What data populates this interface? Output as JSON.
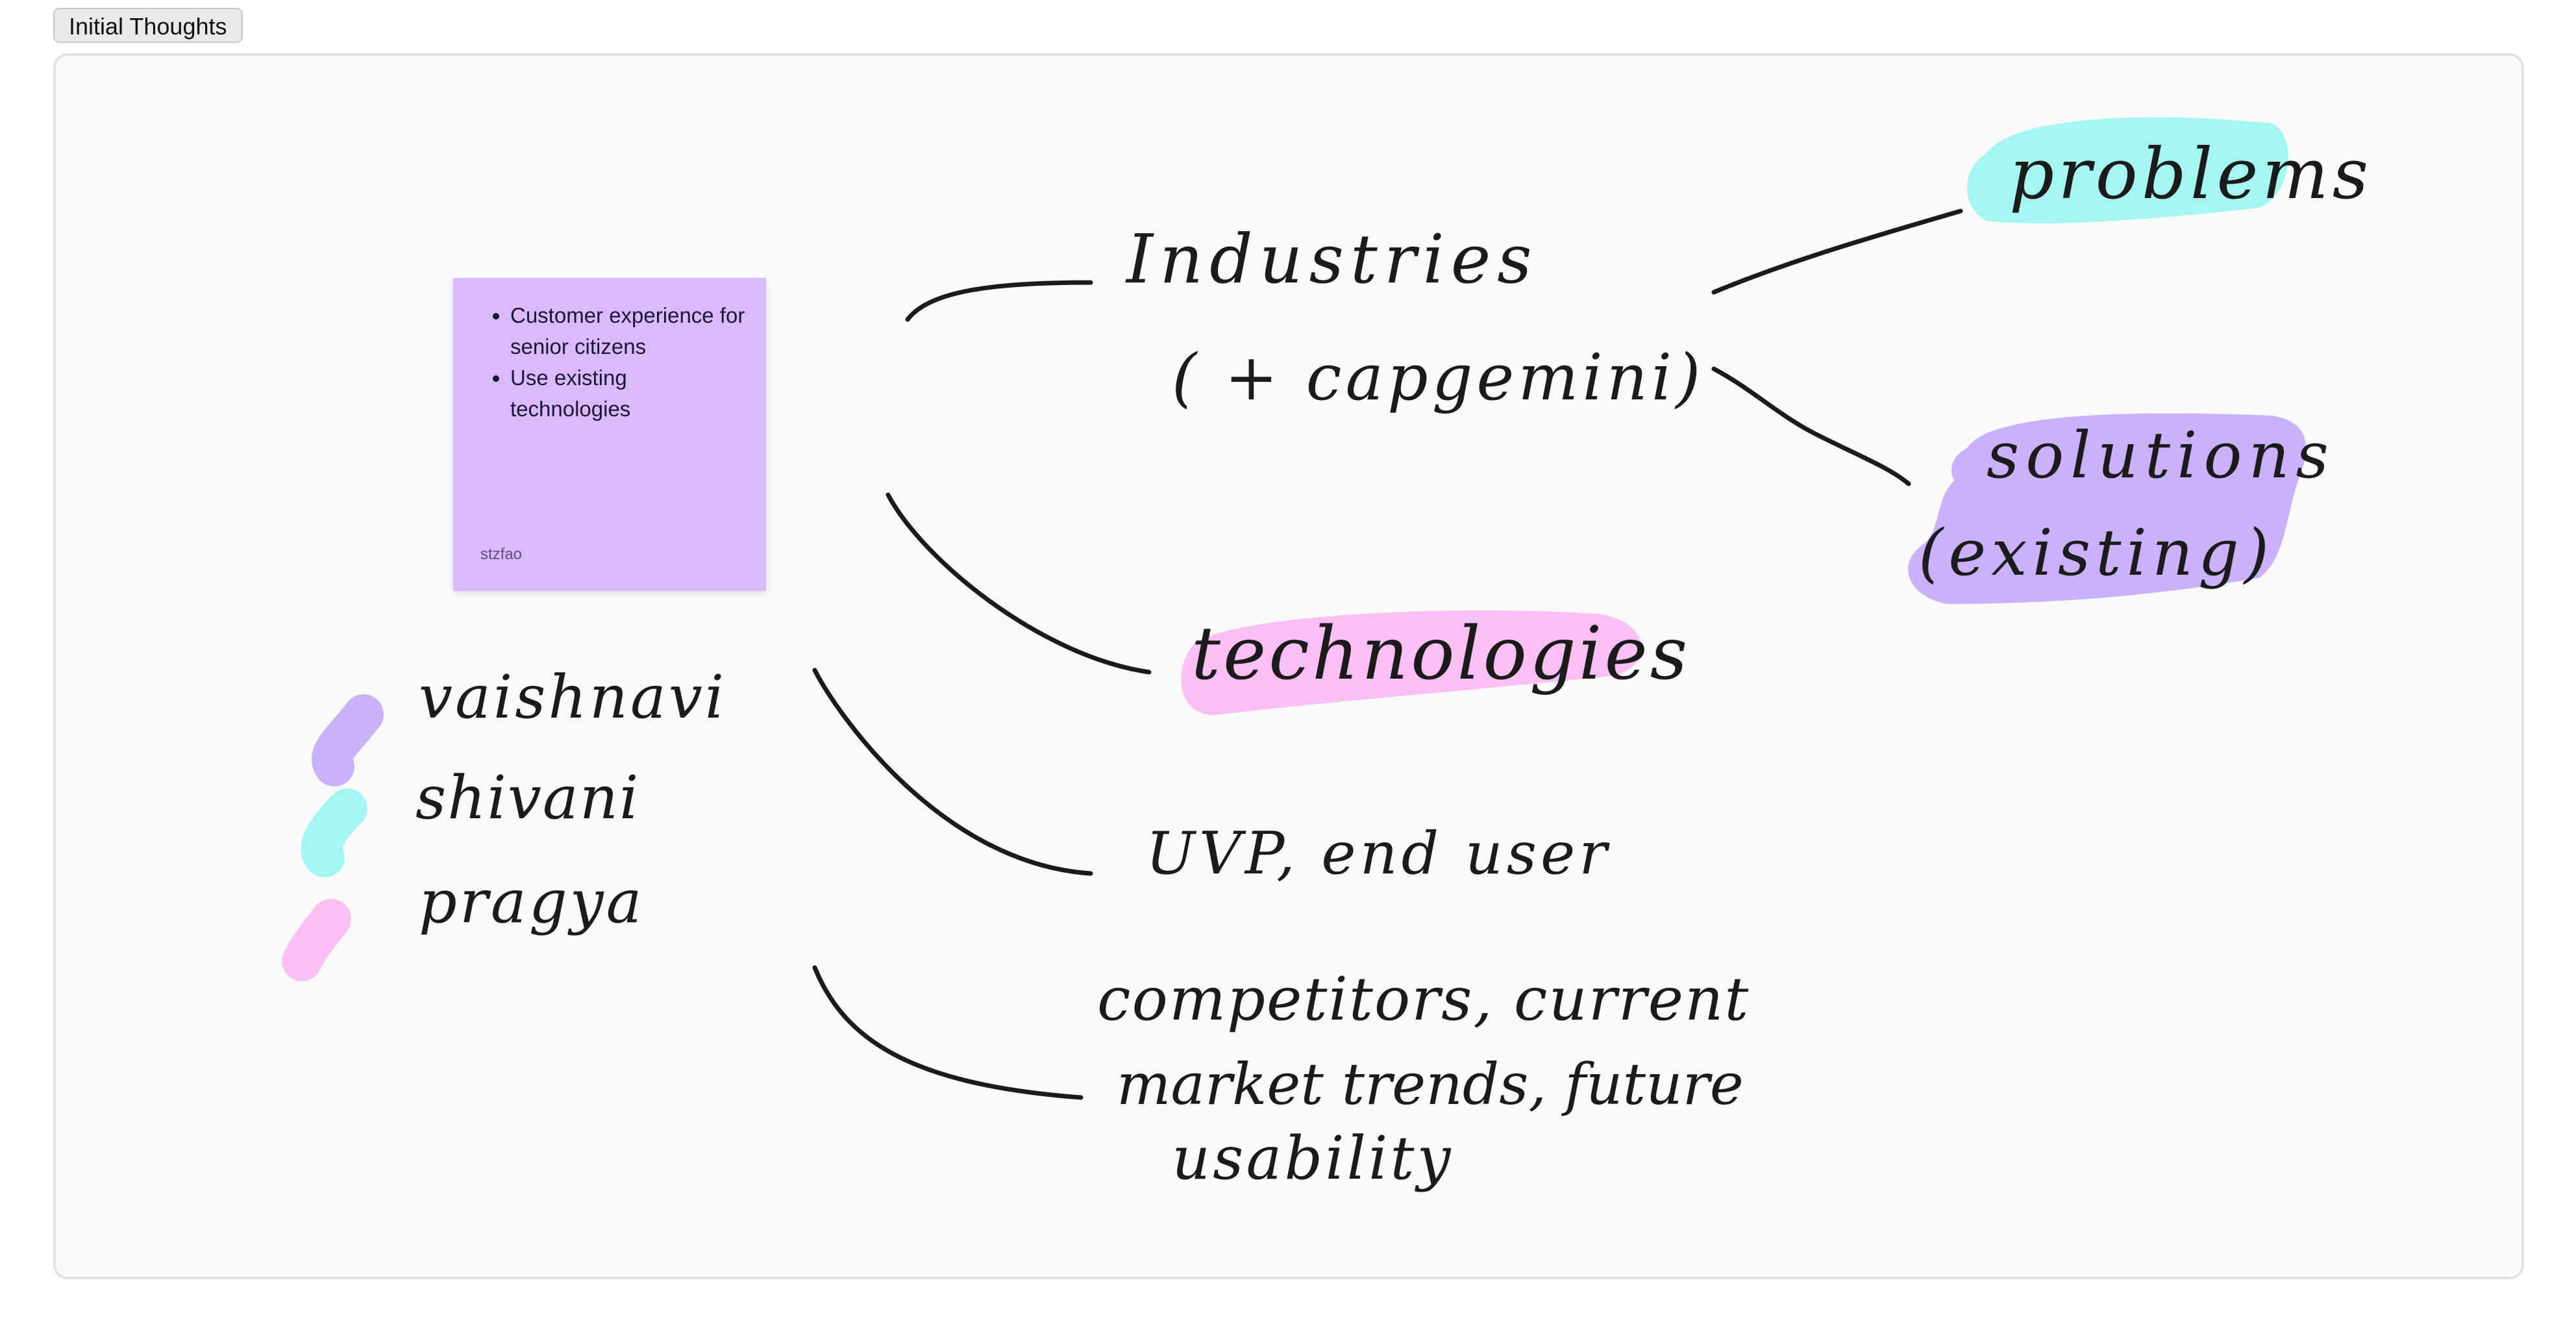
{
  "frame": {
    "title": "Initial Thoughts"
  },
  "sticky_note": {
    "bullets": [
      "Customer experience for senior citizens",
      "Use existing technologies"
    ],
    "author": "stzfao",
    "color": "#d9baff"
  },
  "legend": [
    {
      "name": "vaishnavi",
      "color": "#cbb0fb"
    },
    {
      "name": "shivani",
      "color": "#a4f6f2"
    },
    {
      "name": "pragya",
      "color": "#fbbff3"
    }
  ],
  "mind_map": {
    "industries": "Industries",
    "capgemini": "( + capgemini)",
    "problems": "problems",
    "solutions": "solutions",
    "existing": "(existing)",
    "technologies": "technologies",
    "uvp": "UVP, end user",
    "competitors_line1": "competitors, current",
    "competitors_line2": "market trends, future",
    "competitors_line3": "usability"
  },
  "colors": {
    "ink": "#1b1b1b",
    "highlight_purple": "#cbb0fb",
    "highlight_cyan": "#a4f6f2",
    "highlight_pink": "#fbbff3"
  }
}
